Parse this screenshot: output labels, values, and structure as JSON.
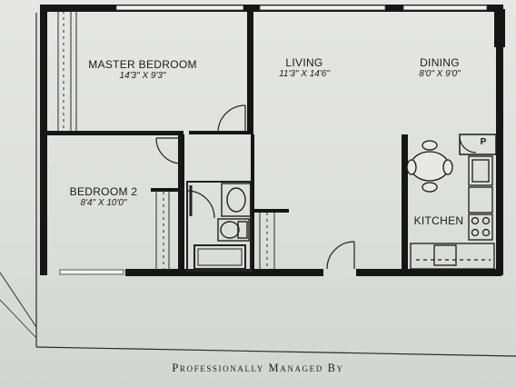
{
  "rooms": {
    "master_bedroom": {
      "name": "MASTER BEDROOM",
      "dims": "14'3\" X 9'3\""
    },
    "living": {
      "name": "LIVING",
      "dims": "11'3\" X 14'6\""
    },
    "dining": {
      "name": "DINING",
      "dims": "8'0\" X 9'0\""
    },
    "bedroom_2": {
      "name": "BEDROOM 2",
      "dims": "8'4\" X 10'0\""
    },
    "kitchen": {
      "name": "KITCHEN"
    },
    "pantry": {
      "label": "P"
    }
  },
  "footer": {
    "text": "Professionally Managed By"
  },
  "colors": {
    "wall": "#161616",
    "paper": "#e3e4e0",
    "line": "#3a3a3a"
  }
}
